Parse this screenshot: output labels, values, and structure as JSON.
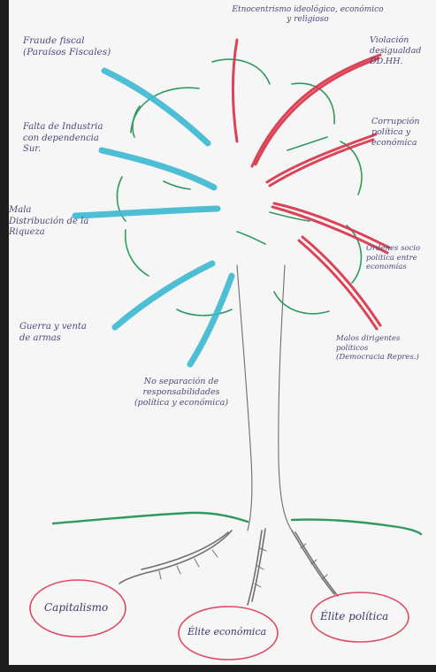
{
  "colors": {
    "problem_marker_blue": "#3cb9d2",
    "problem_marker_red": "#d9344a",
    "branch_green": "#2f9a5e",
    "trunk_pencil": "#6a6a6a",
    "root_circle_red": "#df4b62",
    "ink": "#4a4a78"
  },
  "top_label": "Etnocentrismo ideológico, económico\ny religioso",
  "left_problems": [
    {
      "text": "Fraude fiscal\n(Paraísos Fiscales)"
    },
    {
      "text": "Falta de Industria\ncon dependencia\nSur."
    },
    {
      "text": "Mala\nDistribución de la\nRiqueza"
    },
    {
      "text": "Guerra y venta\nde armas"
    }
  ],
  "right_problems": [
    {
      "text": "Violación\ndesigualdad\nDD.HH."
    },
    {
      "text": "Corrupción\npolítica y\neconómica"
    },
    {
      "text": "Órdenes socio\npolítica entre\neconomías"
    },
    {
      "text": "Malos dirigentes\npolíticos\n(Democracia Repres.)"
    }
  ],
  "center_problem": "No separación de\nresponsabilidades\n(política y económica)",
  "roots": [
    {
      "label": "Capitalismo"
    },
    {
      "label": "Élite económica"
    },
    {
      "label": "Élite política"
    }
  ]
}
